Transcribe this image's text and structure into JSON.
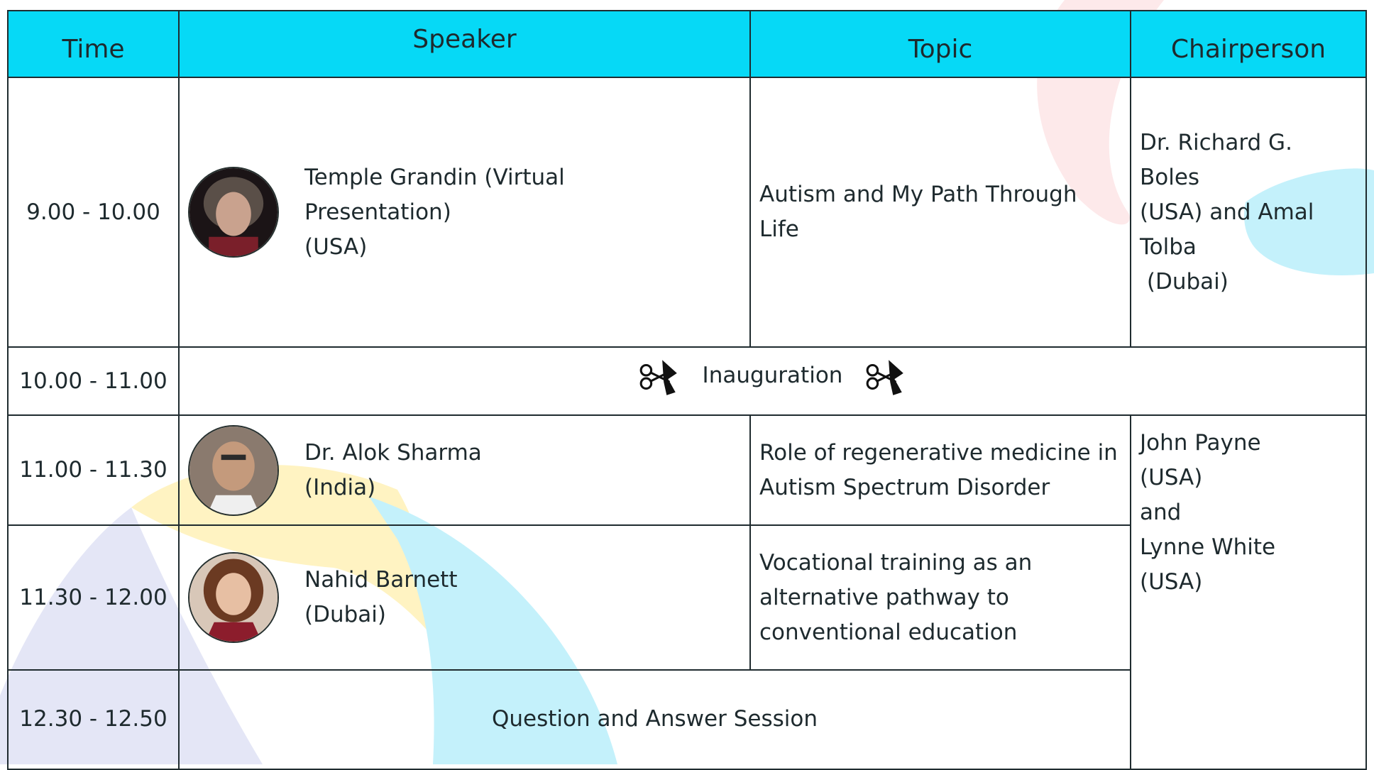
{
  "table": {
    "headers": [
      "Time",
      "Speaker",
      "Topic",
      "Chairperson"
    ],
    "rows": [
      {
        "time": "9.00 - 10.00",
        "speaker_lines": [
          "Temple Grandin (Virtual",
          "Presentation)",
          "(USA)"
        ],
        "topic": "Autism and My Path Through Life",
        "chair_lines": [
          "Dr. Richard G.",
          "Boles",
          "(USA) and Amal",
          "Tolba",
          " (Dubai)"
        ]
      },
      {
        "time": "10.00 - 11.00",
        "label": "Inauguration"
      },
      {
        "time": "11.00 - 11.30",
        "speaker_lines": [
          "Dr. Alok Sharma",
          "(India)"
        ],
        "topic": "Role of regenerative medicine in Autism Spectrum Disorder",
        "chair_lines": [
          "John Payne",
          "(USA)",
          "and",
          "Lynne White",
          "(USA)"
        ]
      },
      {
        "time": "11.30 - 12.00",
        "speaker_lines": [
          "Nahid Barnett",
          "(Dubai)"
        ],
        "topic": "Vocational training as an alternative pathway to conventional education"
      },
      {
        "time": "12.30 - 12.50",
        "label": "Question and Answer Session"
      }
    ]
  },
  "icons": {
    "inauguration": "ribbon-cutting-scissors-icon",
    "avatar": "speaker-photo-avatar"
  },
  "colors": {
    "header_bg": "#06d9f6",
    "border": "#1f2b2f",
    "text": "#1e2a2e",
    "deco_lavender": "#e4e6f6",
    "deco_yellow": "#fff3c2",
    "deco_cyan": "#c4f1fb",
    "deco_pink": "#fde9ea"
  }
}
